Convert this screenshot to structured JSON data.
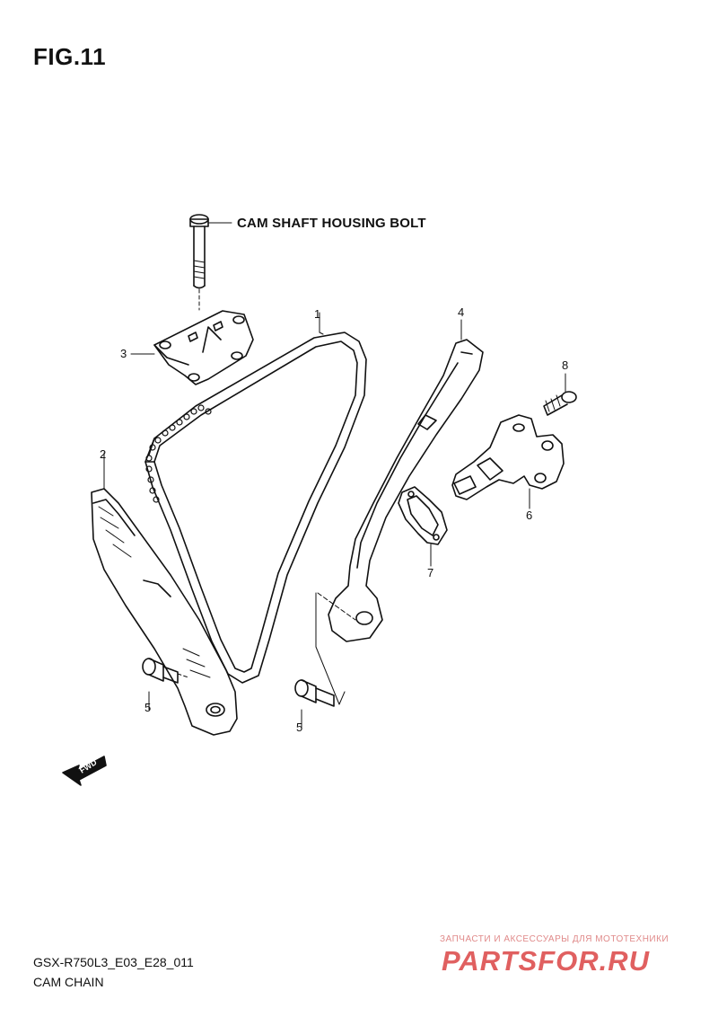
{
  "figure": {
    "title": "FIG.11",
    "bolt_label": "CAM SHAFT HOUSING BOLT",
    "fwd_label": "FWD"
  },
  "callouts": [
    {
      "id": "1",
      "text": "1"
    },
    {
      "id": "2",
      "text": "2"
    },
    {
      "id": "3",
      "text": "3"
    },
    {
      "id": "4",
      "text": "4"
    },
    {
      "id": "5a",
      "text": "5"
    },
    {
      "id": "5b",
      "text": "5"
    },
    {
      "id": "6",
      "text": "6"
    },
    {
      "id": "7",
      "text": "7"
    },
    {
      "id": "8",
      "text": "8"
    }
  ],
  "footer": {
    "code": "GSX-R750L3_E03_E28_011",
    "name": "CAM CHAIN"
  },
  "watermark": {
    "tagline": "ЗАПЧАСТИ И АКСЕССУАРЫ ДЛЯ МОТОТЕХНИКИ",
    "logo": "PARTSFOR.RU",
    "color": "#e06060"
  }
}
